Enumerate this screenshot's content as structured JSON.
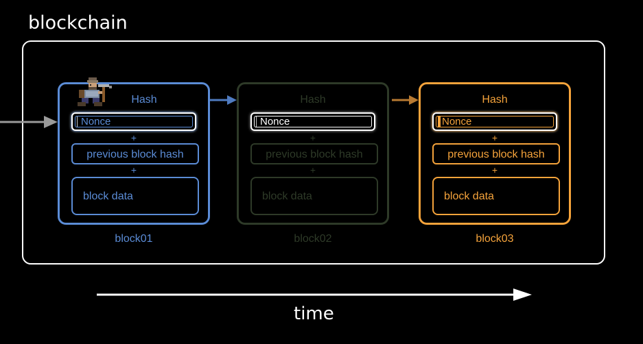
{
  "diagram": {
    "title": "blockchain",
    "time_label": "time",
    "blocks": [
      {
        "label": "block01",
        "hash": "Hash",
        "nonce": "Nonce",
        "plus": "+",
        "previous_hash": "previous block hash",
        "data": "block data",
        "color": "#5b8cd6"
      },
      {
        "label": "block02",
        "hash": "Hash",
        "nonce": "Nonce",
        "plus": "+",
        "previous_hash": "previous block hash",
        "data": "block data",
        "color": "#2e3a28"
      },
      {
        "label": "block03",
        "hash": "Hash",
        "nonce": "Nonce",
        "plus": "+",
        "previous_hash": "previous block hash",
        "data": "block data",
        "color": "#f5a33b"
      }
    ],
    "arrow_colors": {
      "incoming": "#9a9a9a",
      "link_1_2": "#4f7bc0",
      "link_2_3": "#b87a32",
      "time": "#ffffff"
    },
    "icons": {
      "miner": "pixel-miner-icon"
    }
  }
}
